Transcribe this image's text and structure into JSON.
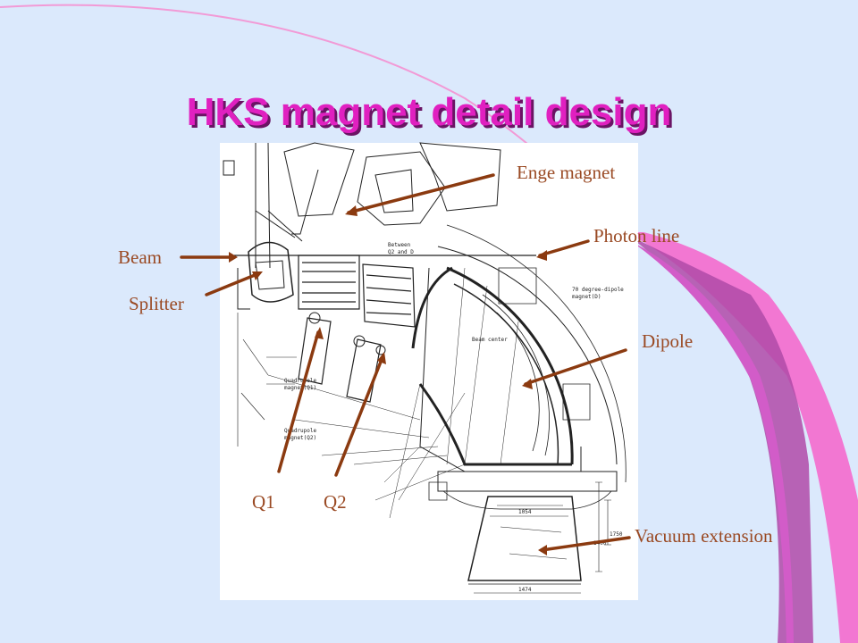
{
  "slide": {
    "title": "HKS magnet detail design",
    "colors": {
      "title": "#e020c0",
      "label": "#9a4a24",
      "arrow": "#8b3a10",
      "background": "#dbe9fc"
    }
  },
  "callouts": {
    "enge_magnet": "Enge magnet",
    "photon_line": "Photon line",
    "beam": "Beam",
    "splitter": "Splitter",
    "dipole": "Dipole",
    "q1": "Q1",
    "q2": "Q2",
    "vacuum_extension": "Vacuum extension"
  },
  "drawing": {
    "between": "Between",
    "q2_and_d": "Q2 and D",
    "dipole_magnet": "70 degree-dipole",
    "dipole_magnet_2": "magnet(D)",
    "beam_center": "Beam center",
    "quadrupole_1": "Quadrupole",
    "quadrupole_1b": "magnet(Q1)",
    "quadrupole_2": "Quadrupole",
    "quadrupole_2b": "magnet(Q2)",
    "dim_1054": "1054",
    "dim_1474": "1474",
    "dim_1750": "1750",
    "dim_1400": "1400"
  }
}
